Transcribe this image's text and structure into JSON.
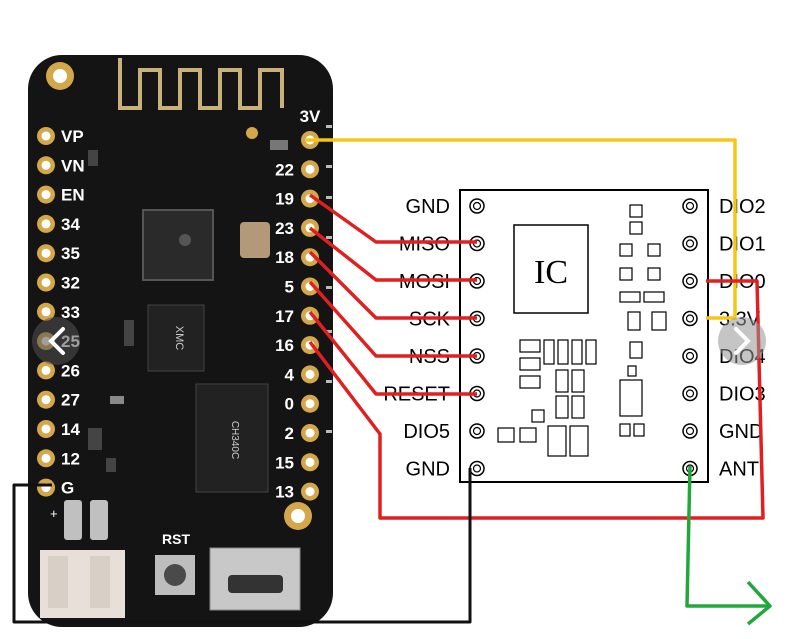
{
  "board": {
    "left_pins": [
      "VP",
      "VN",
      "EN",
      "34",
      "35",
      "32",
      "33",
      "25",
      "26",
      "27",
      "14",
      "12",
      "G"
    ],
    "right_pins": [
      "3V",
      "22",
      "19",
      "23",
      "18",
      "5",
      "17",
      "16",
      "4",
      "0",
      "2",
      "15",
      "13"
    ],
    "rst_label": "RST",
    "plus_label": "+",
    "xmc_label": "XMC",
    "ch340_label": "CH340C"
  },
  "module": {
    "left_pins": [
      "GND",
      "MISO",
      "MOSI",
      "SCK",
      "NSS",
      "RESET",
      "DIO5",
      "GND"
    ],
    "right_pins": [
      "DIO2",
      "DIO1",
      "DIO0",
      "3.3V",
      "DIO4",
      "DIO3",
      "GND",
      "ANT"
    ],
    "ic_label": "IC"
  },
  "colors": {
    "power_wire": "#f5c518",
    "signal_wire": "#e02020",
    "ground_wire": "#111111",
    "antenna_wire": "#22a83a",
    "pcb": "#141414",
    "pad": "#d4a84a"
  },
  "nav": {
    "prev_icon": "chevron-left-icon",
    "next_icon": "chevron-right-icon"
  }
}
